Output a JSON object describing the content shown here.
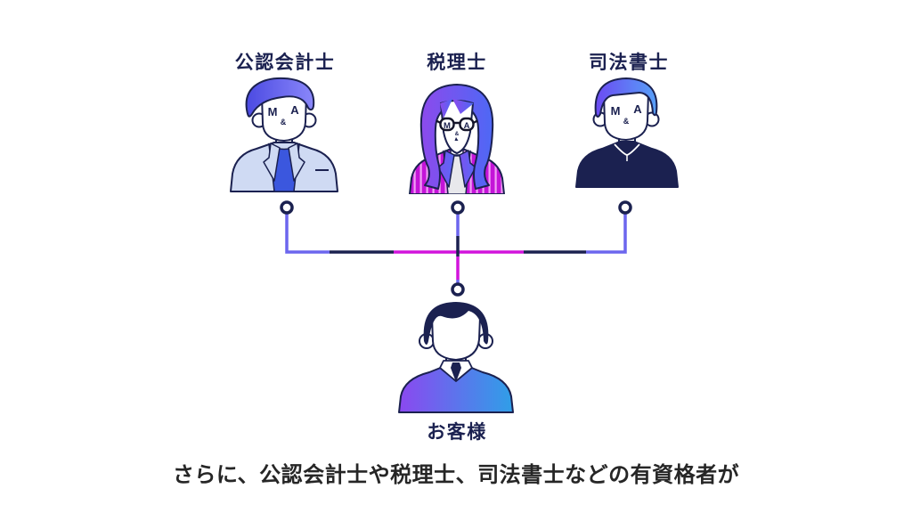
{
  "scene": {
    "background": "#ffffff",
    "caption": "さらに、公認会計士や税理士、司法書士などの有資格者が"
  },
  "roles": [
    {
      "label": "公認会計士"
    },
    {
      "label": "税理士"
    },
    {
      "label": "司法書士"
    }
  ],
  "customer": {
    "label": "お客様"
  },
  "brand_mark": {
    "m": "M",
    "amp": "&",
    "a": "A"
  },
  "colors": {
    "outline_navy": "#1b2150",
    "connector_periwinkle": "#6c66ee",
    "connector_magenta": "#d214dc",
    "connector_navy": "#1b2150",
    "shirt_blue": "#3b57de",
    "suit_lavender": "#cfdaf3",
    "suit_magenta": "#c414d8",
    "inner_top_gray": "#e8e8ec",
    "sweater_navy": "#1b2150",
    "customer_gradient_purple": "#8b48f0",
    "customer_gradient_blue": "#2f9fe8"
  }
}
